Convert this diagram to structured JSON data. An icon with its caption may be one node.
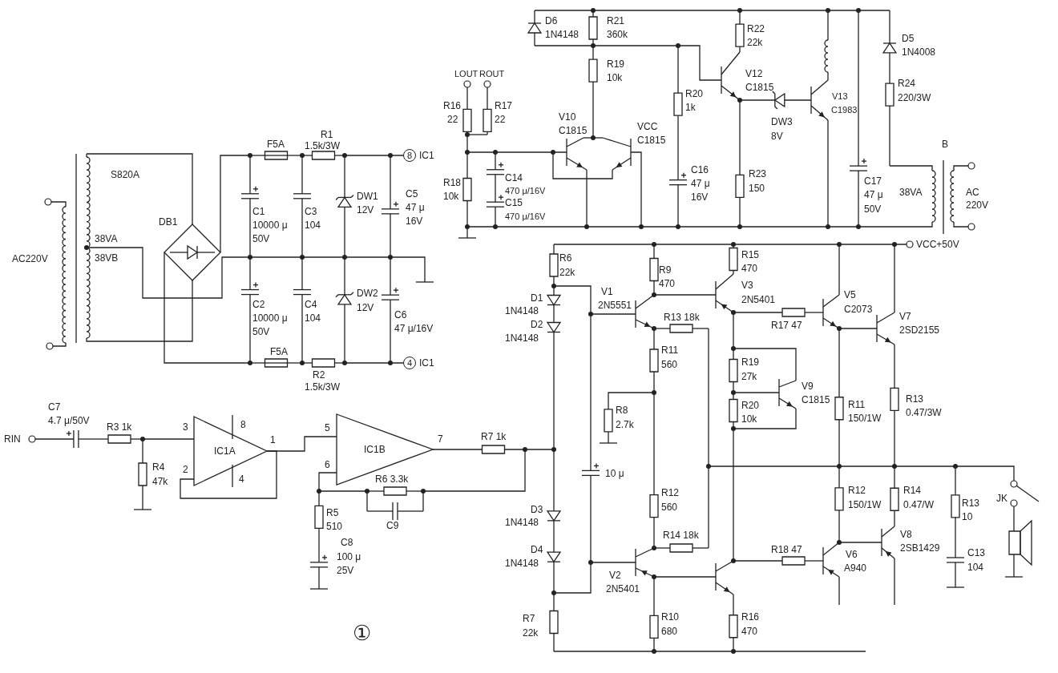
{
  "diagram": {
    "nodes": [
      {
        "text": [
          "8"
        ],
        "beside": [
          "IC1"
        ]
      },
      {
        "text": [
          "4"
        ],
        "beside": [
          "IC1"
        ]
      },
      {
        "text": [
          "IC1A"
        ]
      },
      {
        "text": [
          "IC1B"
        ]
      }
    ],
    "edges": [
      {
        "from": 2,
        "to": 3,
        "arrow": "none"
      }
    ],
    "labels": [
      "AC220V",
      "S820A",
      "38VA",
      "38VB",
      "DB1",
      "F5A",
      "R1",
      "1.5k/3W",
      "C1",
      "10000 μ",
      "50V",
      "C3",
      "104",
      "DW1",
      "12V",
      "C5",
      "47 μ",
      "16V",
      "C2",
      "10000 μ",
      "50V",
      "C4",
      "104",
      "DW2",
      "12V",
      "C6",
      "47 μ/16V",
      "F5A",
      "R2",
      "1.5k/3W",
      "D6",
      "1N4148",
      "R21",
      "360k",
      "R22",
      "22k",
      "D5",
      "1N4008",
      "LOUT",
      "ROUT",
      "R19",
      "10k",
      "V12",
      "C1815",
      "R24",
      "220/3W",
      "R20",
      "1k",
      "V13",
      "C1983",
      "R16",
      "22",
      "R17",
      "22",
      "DW3",
      "8V",
      "V10",
      "C1815",
      "VCC",
      "C1815",
      "B",
      "C16",
      "47 μ",
      "16V",
      "R18",
      "10k",
      "C14",
      "470 μ/16V",
      "C15",
      "470 μ/16V",
      "R23",
      "150",
      "C17",
      "47 μ",
      "50V",
      "38VA",
      "AC",
      "220V",
      "VCC+50V",
      "R6",
      "22k",
      "R9",
      "470",
      "R15",
      "470",
      "V3",
      "2N5401",
      "V1",
      "2N5551",
      "D1",
      "1N4148",
      "V5",
      "C2073",
      "V7",
      "2SD2155",
      "D2",
      "R13 18k",
      "R17 47",
      "1N4148",
      "R11",
      "560",
      "R19",
      "27k",
      "V9",
      "R8",
      "R20",
      "C1815",
      "R11",
      "R13",
      "2.7k",
      "10k",
      "150/1W",
      "0.47/3W",
      "10 μ",
      "R12",
      "560",
      "R12",
      "150/1W",
      "R14",
      "0.47/W",
      "R13",
      "10",
      "JK",
      "D3",
      "1N4148",
      "R14 18k",
      "R18 47",
      "V8",
      "2SB1429",
      "V6",
      "A940",
      "C13",
      "104",
      "D4",
      "1N4148",
      "V2",
      "2N5401",
      "R7",
      "22k",
      "R10",
      "680",
      "R16",
      "470",
      "C7",
      "4.7 μ/50V",
      "RIN",
      "R3 1k",
      "3",
      "8",
      "1",
      "5",
      "7",
      "R7 1k",
      "R4",
      "2",
      "6",
      "47k",
      "4",
      "R6 3.3k",
      "C9",
      "R5",
      "510",
      "C8",
      "100 μ",
      "25V",
      "①"
    ]
  }
}
